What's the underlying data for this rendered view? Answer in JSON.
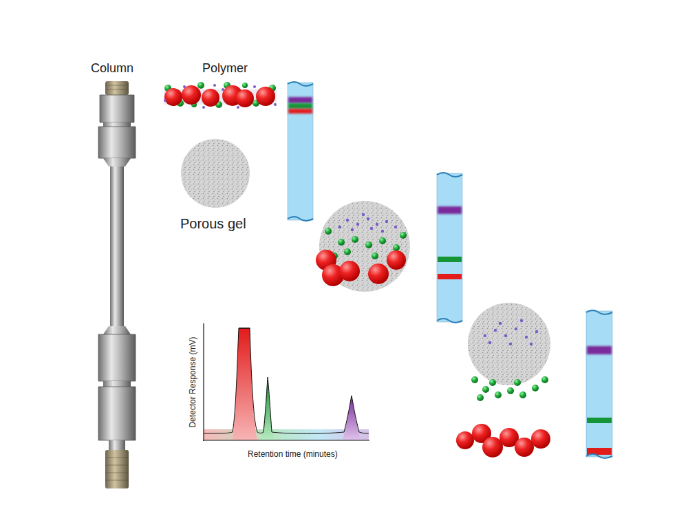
{
  "diagram": {
    "labels": [
      "Column",
      "Polymer",
      "Porous gel",
      "Detector Response (mV)",
      "Retention time (minutes)"
    ]
  }
}
